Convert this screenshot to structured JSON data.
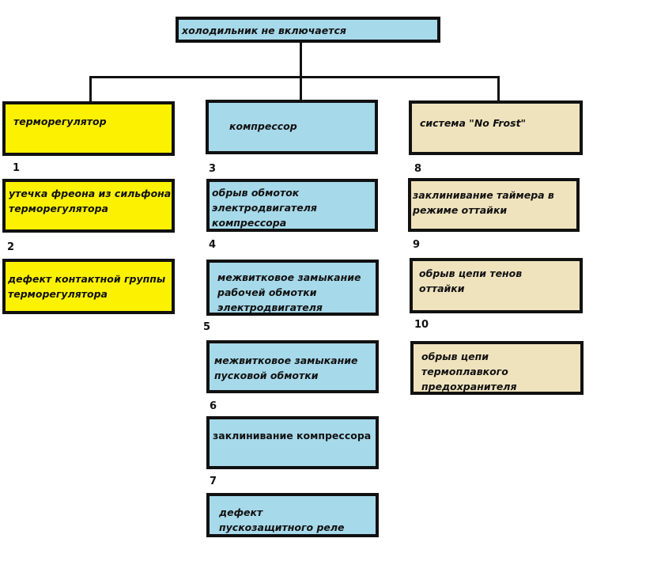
{
  "root": {
    "label": "холодильник не включается"
  },
  "branches": [
    {
      "label": "терморегулятор",
      "color": "#fcf200",
      "items": [
        {
          "number": "1",
          "label": "утечка фреона из сильфона\nтерморегулятора"
        },
        {
          "number": "2",
          "label": "дефект контактной группы\nтерморегулятора"
        }
      ]
    },
    {
      "label": "компрессор",
      "color": "#a6d9ea",
      "items": [
        {
          "number": "3",
          "label": "обрыв обмоток\nэлектродвигателя\nкомпрессора"
        },
        {
          "number": "4",
          "label": "межвитковое замыкание\nрабочей обмотки\nэлектродвигателя"
        },
        {
          "number": "5",
          "label": "межвитковое замыкание\nпусковой обмотки"
        },
        {
          "number": "6",
          "label": "заклинивание компрессора"
        },
        {
          "number": "7",
          "label": "дефект\nпускозащитного реле"
        }
      ]
    },
    {
      "label": "система \"No Frost\"",
      "color": "#efe3bd",
      "items": [
        {
          "number": "8",
          "label": "заклинивание таймера в\nрежиме оттайки"
        },
        {
          "number": "9",
          "label": "обрыв цепи тенов\nоттайки"
        },
        {
          "number": "10",
          "label": "обрыв цепи\nтермоплавкого\nпредохранителя"
        }
      ]
    }
  ]
}
